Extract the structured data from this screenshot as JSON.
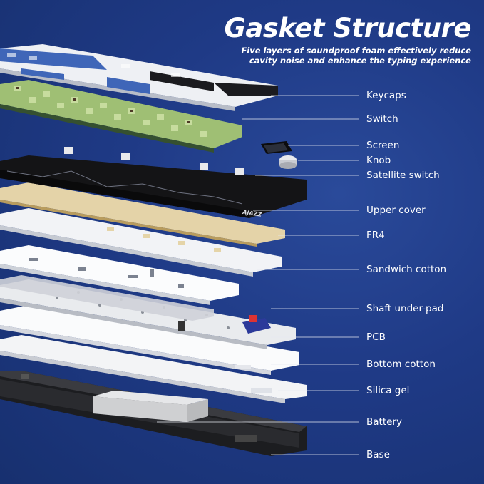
{
  "header": {
    "title": "Gasket Structure",
    "subtitle_line1": "Five layers of soundproof foam effectively reduce",
    "subtitle_line2": "cavity noise and enhance the typing experience"
  },
  "brand": {
    "logo_text": "AJAZZ"
  },
  "colors": {
    "background": "#1f3a86",
    "label_text": "#ffffff",
    "leader_line": "#e6e8f0",
    "keycap_blue": "#3f66b8",
    "keycap_white": "#eef0f4",
    "keycap_black": "#1b1b1f",
    "switch_green": "#a9c77f",
    "switch_dark": "#355030",
    "frame_black": "#141416",
    "plate_gold": "#d6b56a",
    "foam_white": "#f5f6f8",
    "base_black": "#1c1d20"
  },
  "layers": [
    {
      "id": "keycaps",
      "label": "Keycaps"
    },
    {
      "id": "switch",
      "label": "Switch"
    },
    {
      "id": "screen",
      "label": "Screen"
    },
    {
      "id": "knob",
      "label": "Knob"
    },
    {
      "id": "satellite-switch",
      "label": "Satellite switch"
    },
    {
      "id": "upper-cover",
      "label": "Upper cover"
    },
    {
      "id": "fr4",
      "label": "FR4"
    },
    {
      "id": "sandwich-cotton",
      "label": "Sandwich cotton"
    },
    {
      "id": "shaft-under-pad",
      "label": "Shaft under-pad"
    },
    {
      "id": "pcb",
      "label": "PCB"
    },
    {
      "id": "bottom-cotton",
      "label": "Bottom cotton"
    },
    {
      "id": "silica-gel",
      "label": "Silica gel"
    },
    {
      "id": "battery",
      "label": "Battery"
    },
    {
      "id": "base",
      "label": "Base"
    }
  ]
}
